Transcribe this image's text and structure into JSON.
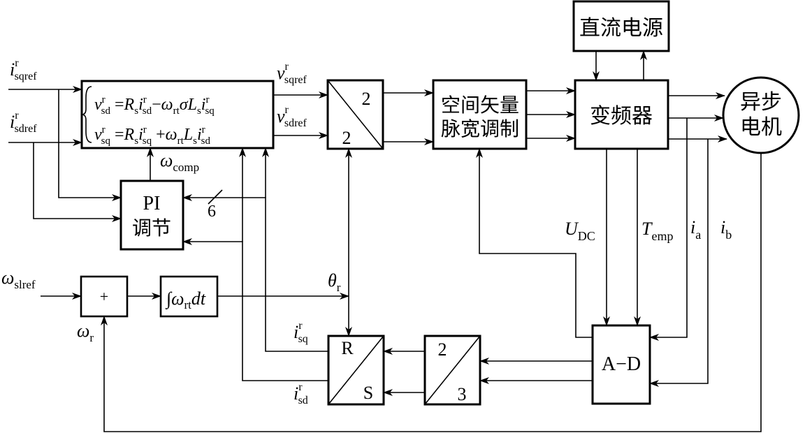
{
  "labels": {
    "dc_source": "直流电源",
    "svpwm_l1": "空间矢量",
    "svpwm_l2": "脉宽调制",
    "inverter": "变频器",
    "motor_l1": "异步",
    "motor_l2": "电机",
    "pi_l1": "PI",
    "pi_l2": "调节",
    "plus": "+",
    "ad": "A−D",
    "conv22_top": "2",
    "conv22_bot": "2",
    "conv23_top": "2",
    "conv23_bot": "3",
    "rs_top": "R",
    "rs_bot": "S",
    "bus_count": "6",
    "integrator": "∫ω",
    "integrator_sub": "rt",
    "integrator_tail": "dt"
  },
  "signals": {
    "isqref": {
      "base": "i",
      "sup": "r",
      "sub": "sqref"
    },
    "isdref": {
      "base": "i",
      "sup": "r",
      "sub": "sdref"
    },
    "vsqref": {
      "base": "v",
      "sup": "r",
      "sub": "sqref"
    },
    "vsdref": {
      "base": "v",
      "sup": "r",
      "sub": "sdref"
    },
    "omega_comp": {
      "base": "ω",
      "sub": "comp"
    },
    "omega_slref": {
      "base": "ω",
      "sub": "slref"
    },
    "omega_r": {
      "base": "ω",
      "sub": "r"
    },
    "theta_r": {
      "base": "θ",
      "sub": "r"
    },
    "isq": {
      "base": "i",
      "sup": "r",
      "sub": "sq"
    },
    "isd": {
      "base": "i",
      "sup": "r",
      "sub": "sd"
    },
    "udc": {
      "base": "U",
      "sub": "DC"
    },
    "temp": {
      "base": "T",
      "sub": "emp"
    },
    "ia": {
      "base": "i",
      "sub": "a"
    },
    "ib": {
      "base": "i",
      "sub": "b"
    }
  },
  "equations": {
    "eq1": "v^r_sd = R_s i^r_sd − ω_rt σ L_s i^r_sq",
    "eq2": "v^r_sq = R_s i^r_sq + ω_rt L_s i^r_sd"
  }
}
